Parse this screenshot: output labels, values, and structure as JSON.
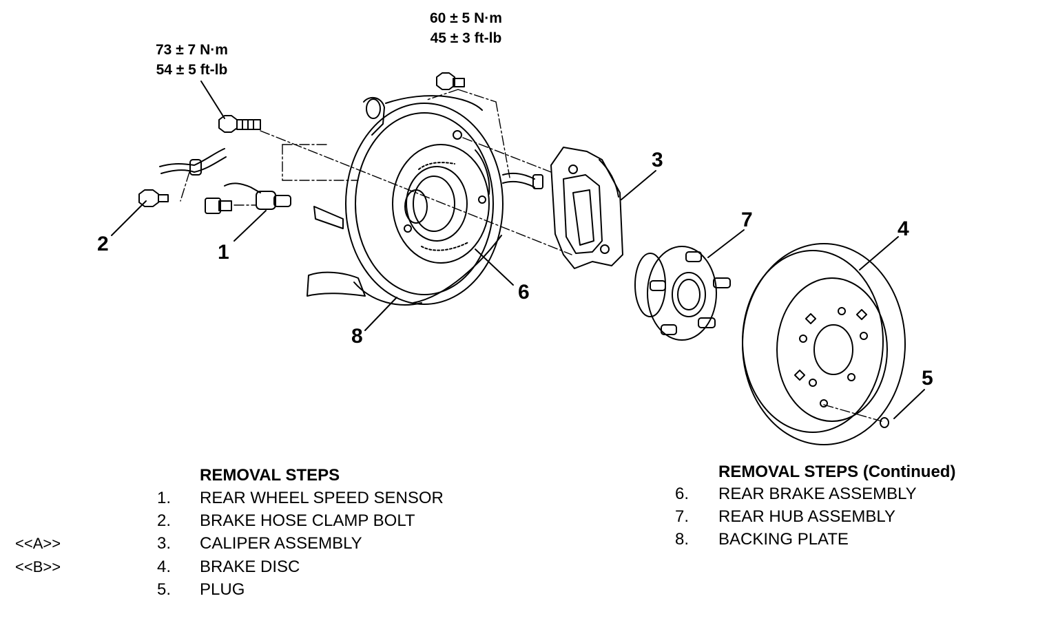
{
  "torque_specs": [
    {
      "nm": "73 ± 7 N·m",
      "ftlb": "54 ± 5 ft-lb"
    },
    {
      "nm": "60 ± 5 N·m",
      "ftlb": "45 ± 3 ft-lb"
    }
  ],
  "callouts": [
    "1",
    "2",
    "3",
    "4",
    "5",
    "6",
    "7",
    "8"
  ],
  "removal_steps": {
    "title": "REMOVAL STEPS",
    "items": [
      {
        "num": "1.",
        "label": "REAR WHEEL SPEED SENSOR",
        "note": ""
      },
      {
        "num": "2.",
        "label": "BRAKE HOSE CLAMP BOLT",
        "note": ""
      },
      {
        "num": "3.",
        "label": "CALIPER ASSEMBLY",
        "note": "<<A>>"
      },
      {
        "num": "4.",
        "label": "BRAKE DISC",
        "note": "<<B>>"
      },
      {
        "num": "5.",
        "label": "PLUG",
        "note": ""
      }
    ]
  },
  "removal_steps_continued": {
    "title": "REMOVAL STEPS (Continued)",
    "items": [
      {
        "num": "6.",
        "label": "REAR BRAKE ASSEMBLY"
      },
      {
        "num": "7.",
        "label": "REAR HUB ASSEMBLY"
      },
      {
        "num": "8.",
        "label": "BACKING PLATE"
      }
    ]
  }
}
